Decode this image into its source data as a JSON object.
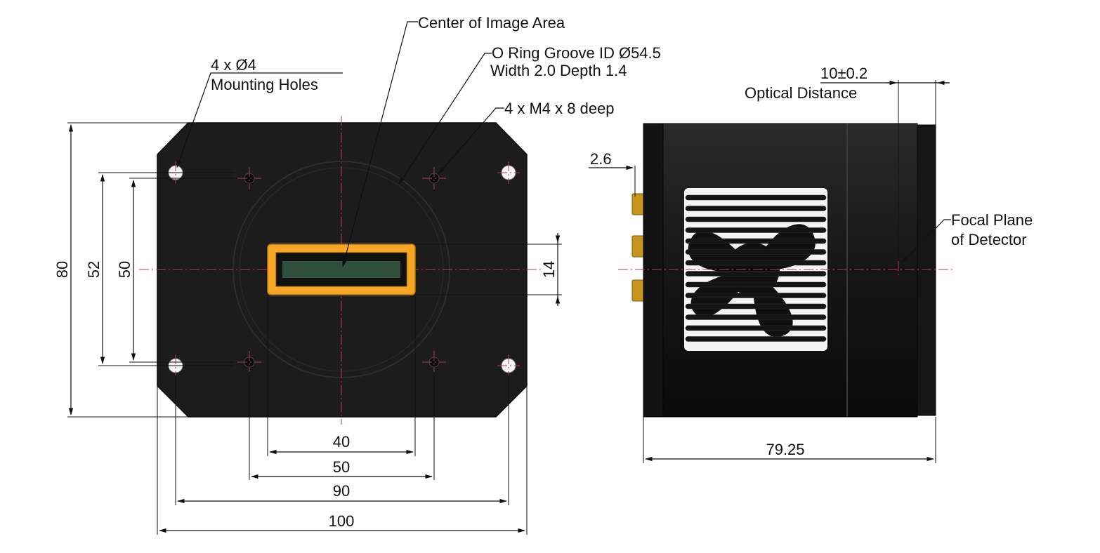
{
  "callouts": {
    "center_image_area": "Center of Image Area",
    "o_ring_line1": "O Ring Groove ID  Ø54.5",
    "o_ring_line2": "Width 2.0 Depth 1.4",
    "mount_holes_line1": "4 x Ø4",
    "mount_holes_line2": "Mounting Holes",
    "m4_holes": "4 x M4 x 8 deep",
    "optical_distance_value": "10±0.2",
    "optical_distance_label": "Optical Distance",
    "focal_plane_line1": "Focal Plane",
    "focal_plane_line2": "of Detector"
  },
  "dimensions": {
    "height_80": "80",
    "height_52": "52",
    "height_50": "50",
    "sensor_14": "14",
    "width_40": "40",
    "width_50": "50",
    "width_90": "90",
    "width_100": "100",
    "flange_2_6": "2.6",
    "depth_79_25": "79.25"
  },
  "colors": {
    "body": "#1c1c1c",
    "body_edge": "#0c0c0c",
    "sensor_frame": "#f5a623",
    "sensor_window": "#2f4f3f",
    "connector": "#c8951c",
    "centerline": "#b03a5a"
  }
}
